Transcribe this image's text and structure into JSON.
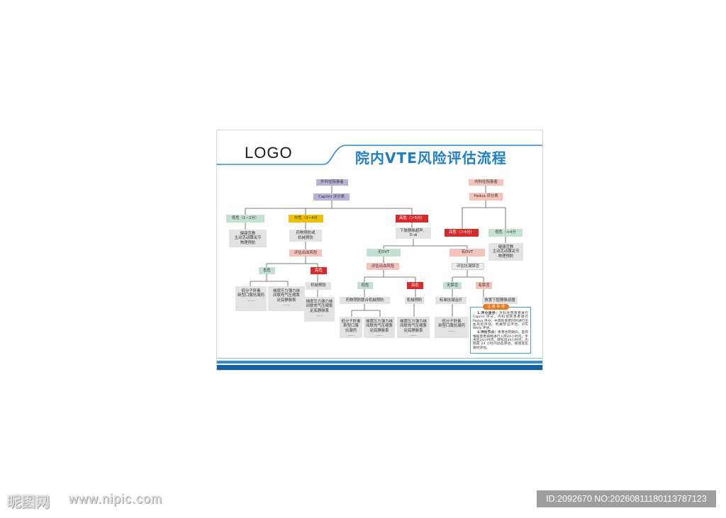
{
  "header": {
    "logo": "LOGO",
    "title": "院内VTE风险评估流程"
  },
  "surgical": {
    "patient": "外科住院患者",
    "scale": "Caprini 评分表",
    "low": {
      "label": "低危（1~2分）",
      "action": "健康宣教\n主动活动踝关节\n物理预防"
    },
    "mid": {
      "label": "中危（3~4分",
      "action": "药物预防或\n机械预防",
      "bleeding": "评估出血风险",
      "bleed_low": {
        "label": "低危",
        "drug": "低分子肝素\n新型口服抗凝药\n......",
        "mech": "梯度压力弹力袜\n间歇充气压缩泵\n足底静脉泵\n......"
      },
      "bleed_high": {
        "label": "高危",
        "action": "机械预防",
        "mech": "梯度压力弹力袜\n间歇充气压缩泵\n足底静脉泵\n......"
      }
    },
    "high": {
      "label": "高危（＞5分）",
      "exam": "下肢静脉超声、\nD-di",
      "no_dvt": {
        "label": "无DVT",
        "bleeding": "评估出血风险",
        "bleed_low": {
          "label": "低危",
          "action": "药物预防联合机械预防",
          "drug": "低分子肝素\n新型口服\n抗凝药\n......",
          "mech": "梯度压力弹力袜\n间歇充气压缩泵\n足底静脉泵\n......"
        },
        "bleed_high": {
          "label": "高危",
          "action": "机械预防",
          "mech": "梯度压力弹力袜\n间歇充气压缩泵\n足底静脉泵\n......"
        }
      },
      "dvt": {
        "label": "有DVT",
        "contra": "评估抗凝禁忌",
        "no_contra": {
          "label": "无禁忌",
          "action": "标准抗凝治疗",
          "drug": "低分子肝素\n新型口服抗凝药\n......"
        },
        "has_contra": {
          "label": "有禁忌",
          "action": "放置下腔静脉滤器"
        }
      }
    }
  },
  "medical": {
    "patient": "内科住院患者",
    "scale": "Padua 评分表",
    "high": {
      "label": "高危（＞4分）"
    },
    "low": {
      "label": "低危（<4分",
      "action": "健康宣教\n主动活动踝关节\n物理预防"
    }
  },
  "notes": {
    "title": "注 意 事 项",
    "items": [
      {
        "label": "1.评分途径：",
        "text": "外科住院患者进行 Caprini 评分，内科住院患者进行 Padua 评分，中高危患者同时进行出血风险评估、机械禁忌评估、VTE Wells 评估。"
      },
      {
        "label": "2.评估节点：",
        "text": "患者住院期间，医师根据患者病情进行入院24小时内，手术后24小时内，转科后24小时内，出院前 24 小时内动态评估，病情变化随时评估。"
      }
    ]
  },
  "watermark": {
    "site_logo": "昵图网",
    "url": "www.nipic.com",
    "id": "ID:2092670 NO:20260811180113787123"
  },
  "colors": {
    "title_blue": "#1d7fc4",
    "band_dark_blue": "#14609f",
    "risk_low_green": "#c3e2d3",
    "risk_mid_yellow": "#f1c100",
    "risk_high_red": "#d42b2b",
    "surgical_purple": "#b9b1d9",
    "medical_pink": "#f5c3bb",
    "notes_orange": "#e9791c"
  }
}
